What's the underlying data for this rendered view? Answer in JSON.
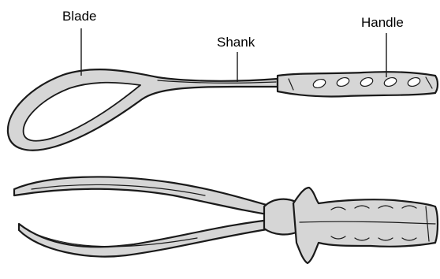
{
  "labels": {
    "blade": "Blade",
    "shank": "Shank",
    "handle": "Handle"
  },
  "colors": {
    "metal_fill": "#d6d6d6",
    "outline": "#1a1a1a",
    "background": "#ffffff"
  }
}
